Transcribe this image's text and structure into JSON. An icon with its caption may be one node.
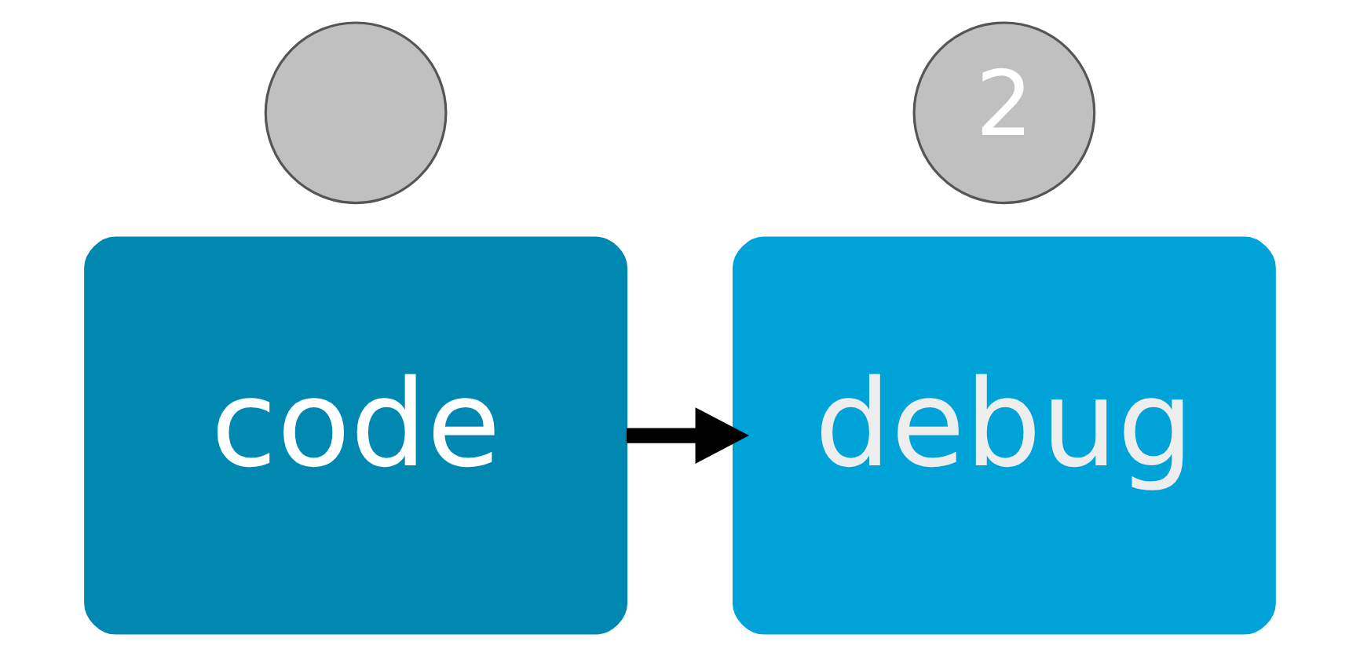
{
  "diagram": {
    "nodes": [
      {
        "text": [],
        "shape": "circle"
      },
      {
        "text": [
          "code"
        ]
      },
      {
        "text": [
          "2"
        ]
      },
      {
        "text": [
          "debug"
        ]
      }
    ],
    "edges": [
      {
        "from": 1,
        "to": 3,
        "arrow": "to"
      }
    ]
  }
}
